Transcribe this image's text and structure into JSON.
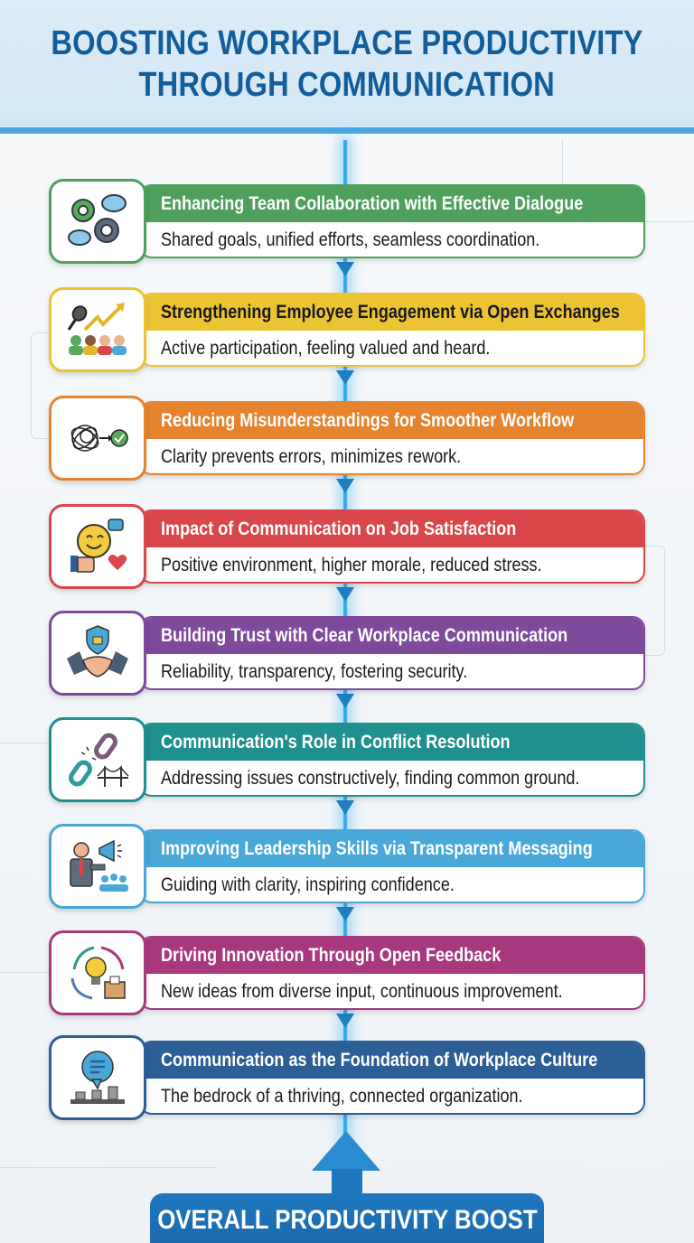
{
  "header": {
    "title_line1": "BOOSTING WORKPLACE PRODUCTIVITY",
    "title_line2": "THROUGH COMMUNICATION"
  },
  "steps": [
    {
      "title": "Enhancing Team Collaboration with Effective Dialogue",
      "description": "Shared goals, unified efforts, seamless coordination.",
      "icon": "gears-speech-bubbles-icon",
      "color": "#4fa05d"
    },
    {
      "title": "Strengthening Employee Engagement via Open Exchanges",
      "description": "Active participation, feeling valued and heard.",
      "icon": "microphone-growth-people-icon",
      "color": "#ecc433"
    },
    {
      "title": "Reducing Misunderstandings for Smoother Workflow",
      "description": "Clarity prevents errors, minimizes rework.",
      "icon": "tangle-to-checkmark-icon",
      "color": "#e5832f"
    },
    {
      "title": "Impact of Communication on Job Satisfaction",
      "description": "Positive environment, higher morale, reduced stress.",
      "icon": "smiley-thumbs-up-heart-icon",
      "color": "#d9474b"
    },
    {
      "title": "Building Trust with Clear Workplace Communication",
      "description": "Reliability, transparency, fostering security.",
      "icon": "handshake-shield-icon",
      "color": "#7f4a9c"
    },
    {
      "title": "Communication's Role in Conflict Resolution",
      "description": "Addressing issues constructively, finding common ground.",
      "icon": "broken-chain-bridge-icon",
      "color": "#1f8f8f"
    },
    {
      "title": "Improving Leadership Skills via Transparent Messaging",
      "description": "Guiding with clarity, inspiring confidence.",
      "icon": "leader-megaphone-icon",
      "color": "#4aa8d8"
    },
    {
      "title": "Driving Innovation Through Open Feedback",
      "description": "New ideas from diverse input, continuous improvement.",
      "icon": "lightbulb-cycle-icon",
      "color": "#a8397f"
    },
    {
      "title": "Communication as the Foundation of Workplace Culture",
      "description": "The bedrock of a thriving, connected organization.",
      "icon": "speech-bubble-foundation-icon",
      "color": "#2b5f95"
    }
  ],
  "footer": {
    "label": "OVERALL PRODUCTIVITY BOOST"
  }
}
